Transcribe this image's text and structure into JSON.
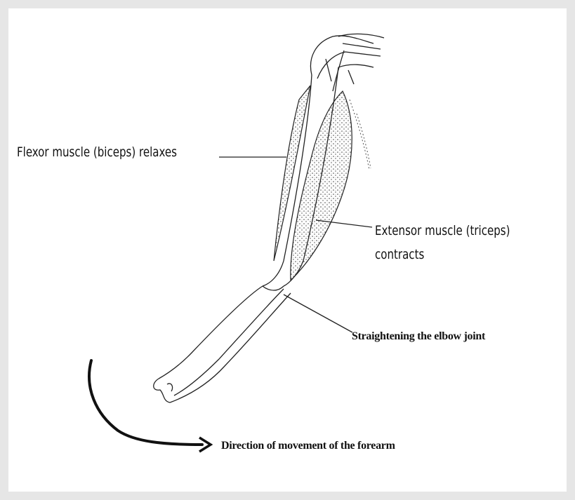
{
  "labels": {
    "flexor": "Flexor muscle (biceps) relaxes",
    "extensor_line1": "Extensor muscle (triceps)",
    "extensor_line2": "contracts",
    "elbow": "Straightening the elbow joint",
    "direction": "Direction of movement of  the forearm"
  }
}
